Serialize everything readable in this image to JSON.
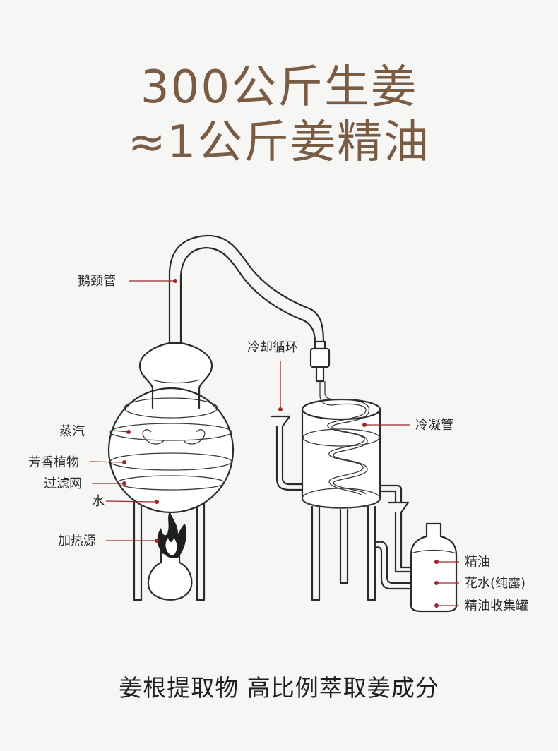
{
  "headline": {
    "line1": "300公斤生姜",
    "line2": "≈1公斤姜精油"
  },
  "labels": {
    "gooseneck": "鹅颈管",
    "steam": "蒸汽",
    "aromatic_plants": "芳香植物",
    "filter_mesh": "过滤网",
    "water": "水",
    "heat_source": "加热源",
    "cooling_circulation": "冷却循环",
    "condenser": "冷凝管",
    "essential_oil": "精油",
    "floral_water": "花水(纯露)",
    "collection_tank": "精油收集罐"
  },
  "footer": "姜根提取物 高比例萃取姜成分",
  "colors": {
    "headline": "#7a5c45",
    "pointer": "#9b2a2a",
    "line": "#2a2a2a",
    "background": "#f6f6f5"
  }
}
